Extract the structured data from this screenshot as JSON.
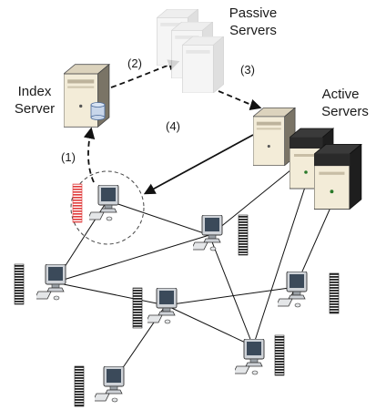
{
  "labels": {
    "index_server_line1": "Index",
    "index_server_line2": "Server",
    "passive_servers_line1": "Passive",
    "passive_servers_line2": "Servers",
    "active_servers_line1": "Active",
    "active_servers_line2": "Servers"
  },
  "steps": {
    "step1": "(1)",
    "step2": "(2)",
    "step3": "(3)",
    "step4": "(4)"
  },
  "colors": {
    "highlight_queue": "#e03a3a",
    "queue": "#222222",
    "server_body": "#f3ecd8",
    "passive_server": "#e8e8e8"
  }
}
